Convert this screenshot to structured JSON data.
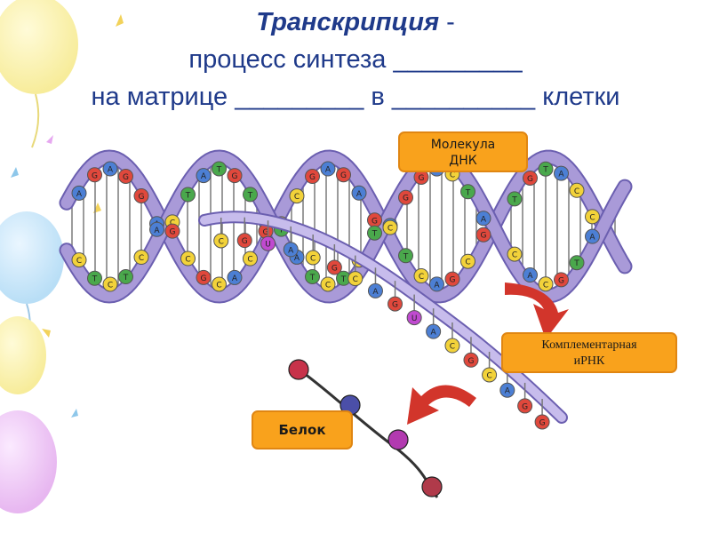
{
  "title": {
    "term": "Транскрипция",
    "dash": " -",
    "line2": "процесс синтеза _________",
    "line3": "на матрице _________ в __________ клетки"
  },
  "labels": {
    "dna_line1": "Молекула",
    "dna_line2": "ДНК",
    "rna_line1": "Комплементарная",
    "rna_line2": "иРНК",
    "protein": "Белок"
  },
  "nucleotides": {
    "dna_sequence": [
      "A",
      "C",
      "G",
      "T",
      "A",
      "C",
      "G",
      "T",
      "G",
      "C",
      "A",
      "A",
      "C",
      "G",
      "T",
      "C",
      "A",
      "G",
      "T",
      "C",
      "G",
      "A",
      "T",
      "C",
      "A",
      "G",
      "C",
      "T",
      "C",
      "A",
      "G",
      "T",
      "A",
      "C",
      "G",
      "T"
    ],
    "rna_sequence": [
      "C",
      "G",
      "U",
      "A",
      "C",
      "G",
      "C",
      "A",
      "G",
      "U",
      "A",
      "C",
      "G",
      "C",
      "A",
      "G",
      "G"
    ],
    "colors": {
      "A": "#4c7fd4",
      "C": "#f2d23a",
      "G": "#e0483c",
      "T": "#4aa84c",
      "U": "#c04ad0"
    }
  },
  "colors": {
    "title": "#1f3a8a",
    "label_fill": "#f9a21c",
    "label_border": "#e08612",
    "helix": "#a99ad8",
    "arrow": "#d2352b"
  }
}
